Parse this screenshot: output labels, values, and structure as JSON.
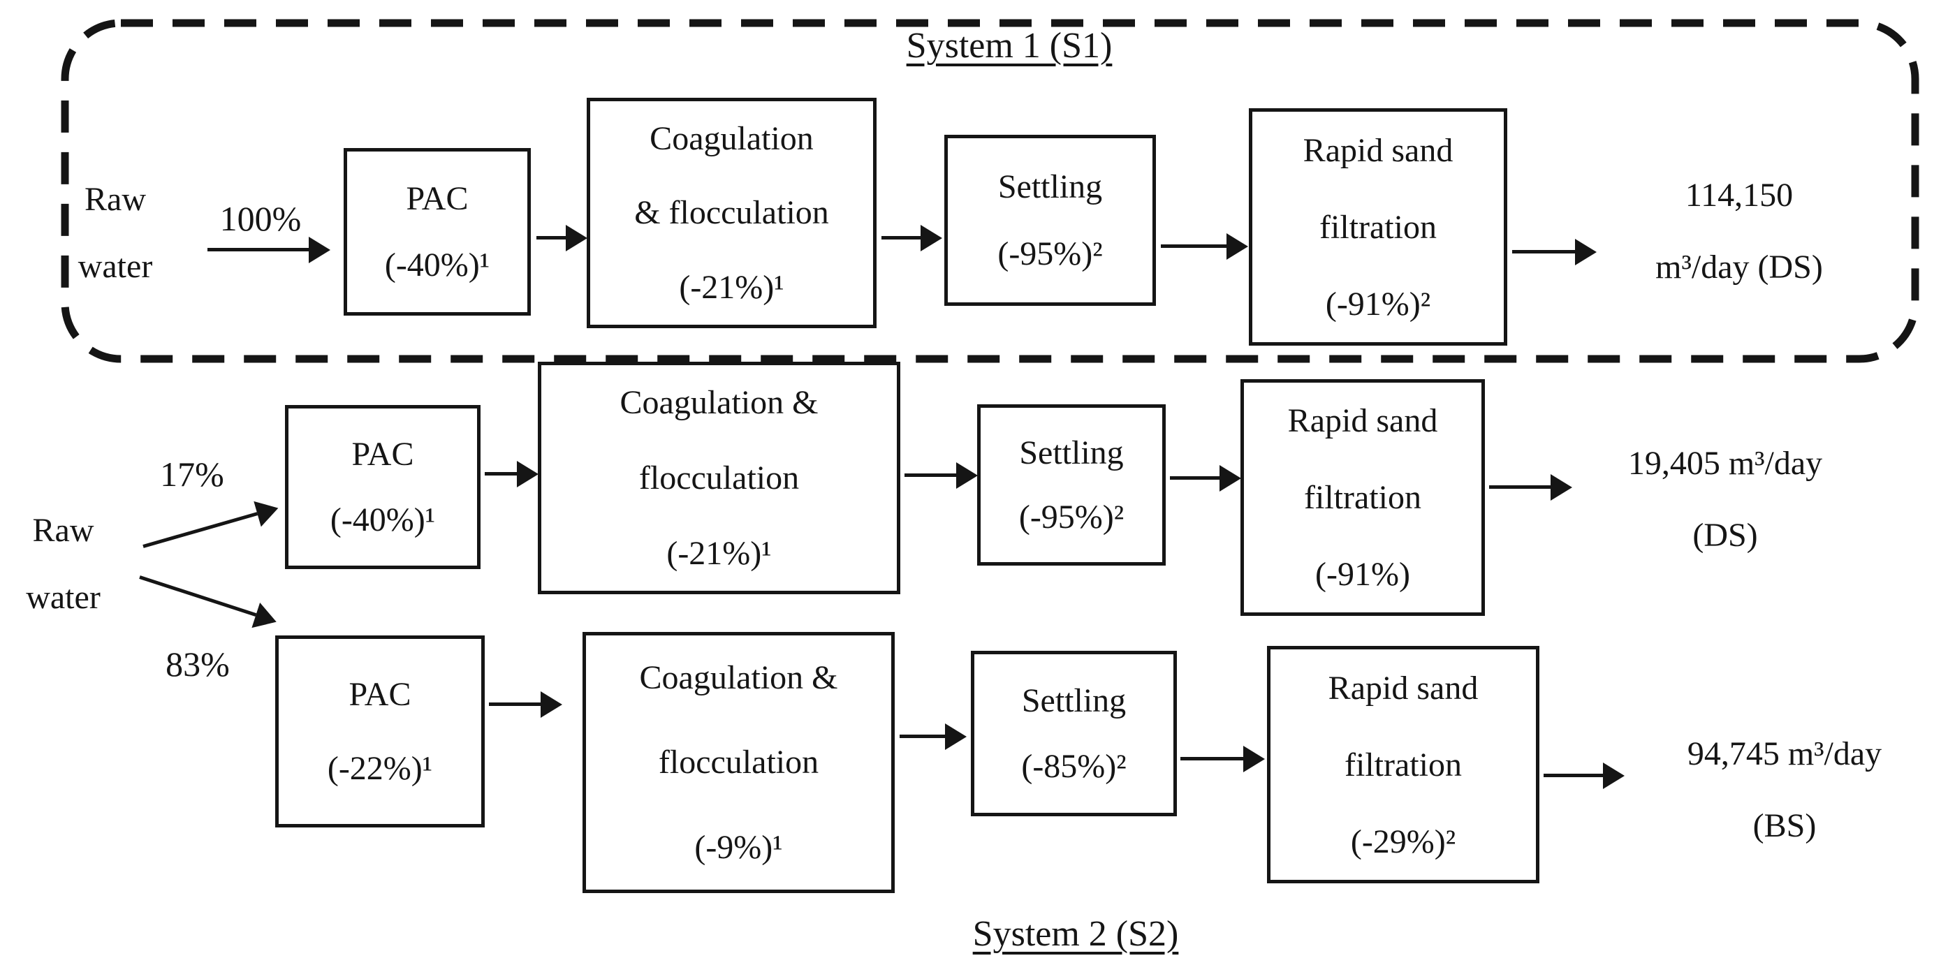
{
  "figure": {
    "system1": {
      "title": "System 1 (S1)",
      "source": {
        "lines": [
          "Raw",
          "water"
        ]
      },
      "branch_percent": "100%",
      "steps": [
        {
          "lines": [
            "PAC",
            "(-40%)¹"
          ]
        },
        {
          "lines": [
            "Coagulation",
            "& flocculation",
            "(-21%)¹"
          ]
        },
        {
          "lines": [
            "Settling",
            "(-95%)²"
          ]
        },
        {
          "lines": [
            "Rapid sand",
            "filtration",
            "(-91%)²"
          ]
        }
      ],
      "output": {
        "lines": [
          "114,150",
          "m³/day (DS)"
        ]
      }
    },
    "system2": {
      "title": "System 2 (S2)",
      "source": {
        "lines": [
          "Raw",
          "water"
        ]
      },
      "branches": [
        {
          "percent": "17%",
          "steps": [
            {
              "lines": [
                "PAC",
                "(-40%)¹"
              ]
            },
            {
              "lines": [
                "Coagulation &",
                "flocculation",
                "(-21%)¹"
              ]
            },
            {
              "lines": [
                "Settling",
                "(-95%)²"
              ]
            },
            {
              "lines": [
                "Rapid sand",
                "filtration",
                "(-91%)"
              ]
            }
          ],
          "output": {
            "lines": [
              "19,405 m³/day",
              "(DS)"
            ]
          }
        },
        {
          "percent": "83%",
          "steps": [
            {
              "lines": [
                "PAC",
                "(-22%)¹"
              ]
            },
            {
              "lines": [
                "Coagulation &",
                "flocculation",
                "(-9%)¹"
              ]
            },
            {
              "lines": [
                "Settling",
                "(-85%)²"
              ]
            },
            {
              "lines": [
                "Rapid sand",
                "filtration",
                "(-29%)²"
              ]
            }
          ],
          "output": {
            "lines": [
              "94,745 m³/day",
              "(BS)"
            ]
          }
        }
      ]
    }
  }
}
